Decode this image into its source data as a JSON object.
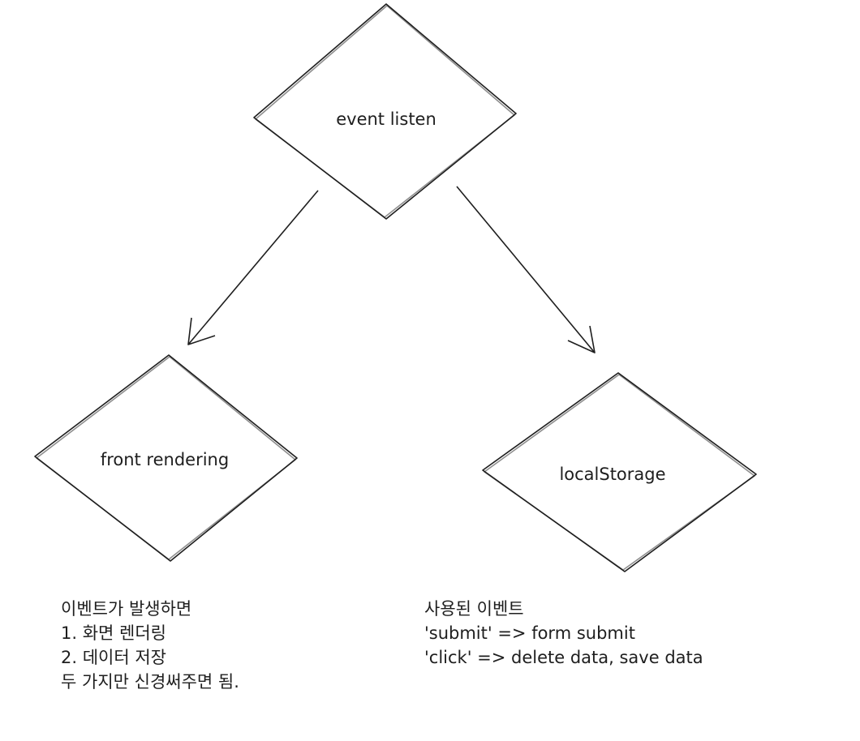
{
  "nodes": {
    "event_listen": "event listen",
    "front_rendering": "front rendering",
    "local_storage": "localStorage"
  },
  "notes": {
    "left": [
      "이벤트가 발생하면",
      "1. 화면 렌더링",
      "2. 데이터 저장",
      "두 가지만 신경써주면 됨."
    ],
    "right": [
      "사용된 이벤트",
      "'submit' => form submit",
      "'click' => delete data, save data"
    ]
  },
  "colors": {
    "stroke": "#1e1e1e",
    "background": "#ffffff"
  }
}
